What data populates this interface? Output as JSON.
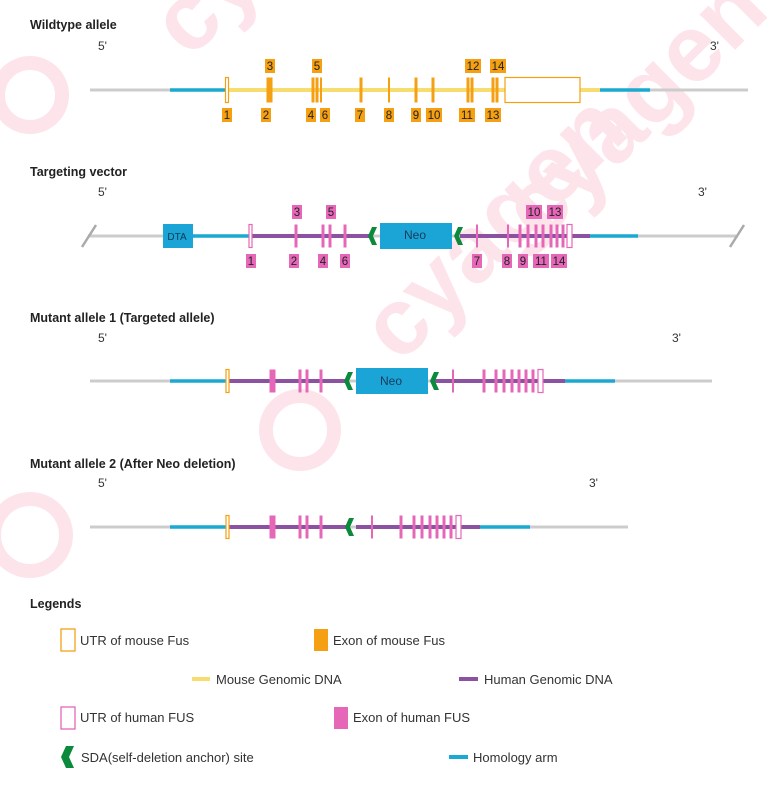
{
  "colors": {
    "backbone": "#cccccc",
    "homology": "#1aa9d0",
    "mouse_dna": "#f7dc6f",
    "mouse_exon": "#f5a012",
    "human_dna": "#8a52a0",
    "human_exon": "#e667b8",
    "sda": "#0b8a3c",
    "cassette": "#1ba5d6",
    "watermark": "#fde4ea"
  },
  "watermark": {
    "text": "cyagen"
  },
  "wildtype": {
    "title": "Wildtype allele",
    "five": "5'",
    "three": "3'",
    "exons_top": [
      "3",
      "5",
      "12",
      "14"
    ],
    "exons_bottom": [
      "1",
      "2",
      "4",
      "6",
      "7",
      "8",
      "9",
      "10",
      "11",
      "13"
    ]
  },
  "vector": {
    "title": "Targeting vector",
    "five": "5'",
    "three": "3'",
    "dta": "DTA",
    "neo": "Neo",
    "exons_top": [
      "3",
      "5",
      "10",
      "13"
    ],
    "exons_bottom": [
      "1",
      "2",
      "4",
      "6",
      "7",
      "8",
      "9",
      "11",
      "14"
    ]
  },
  "mutant1": {
    "title": "Mutant allele 1 (Targeted allele)",
    "five": "5'",
    "three": "3'",
    "neo": "Neo"
  },
  "mutant2": {
    "title": "Mutant allele 2 (After Neo deletion)",
    "five": "5'",
    "three": "3'"
  },
  "legend": {
    "title": "Legends",
    "utr_mouse": "UTR of mouse Fus",
    "exon_mouse": "Exon of mouse Fus",
    "mouse_dna": "Mouse Genomic DNA",
    "human_dna": "Human Genomic DNA",
    "utr_human": "UTR of human FUS",
    "exon_human": "Exon of human FUS",
    "sda": "SDA(self-deletion anchor) site",
    "homology": "Homology arm"
  }
}
